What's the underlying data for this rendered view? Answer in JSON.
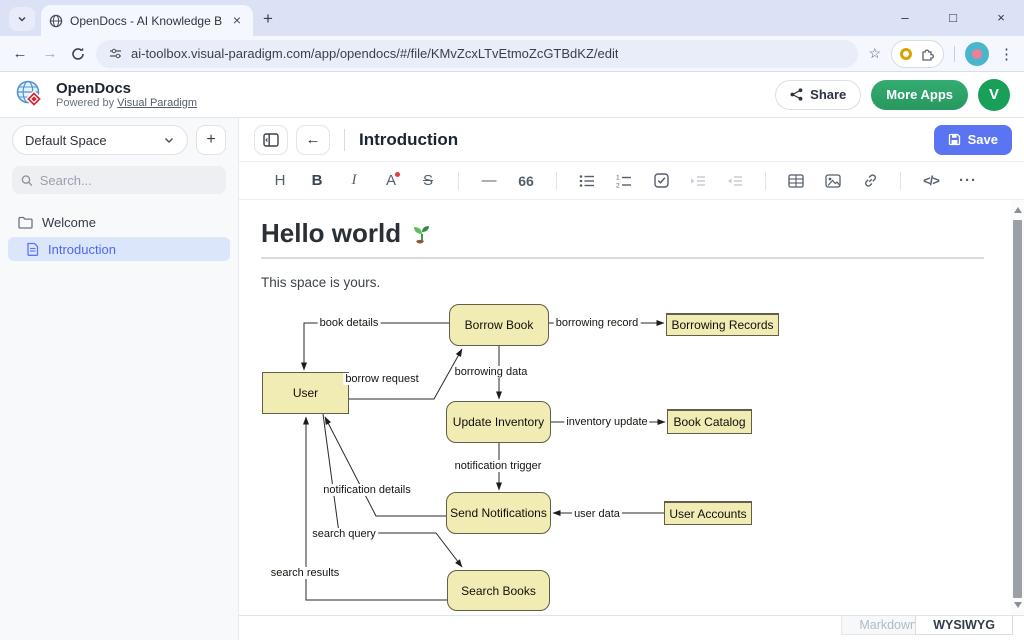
{
  "browser": {
    "tab_title": "OpenDocs - AI Knowledge Base",
    "url": "ai-toolbox.visual-paradigm.com/app/opendocs/#/file/KMvZcxLTvEtmoZcGTBdKZ/edit"
  },
  "glyphs": {
    "close_tab": "×",
    "new_tab": "+",
    "minimize": "–",
    "maximize": "□",
    "close_window": "×",
    "back": "←",
    "forward": "→",
    "star": "☆",
    "kebab": "⋮",
    "plus": "+"
  },
  "header": {
    "app_name": "OpenDocs",
    "powered_by_prefix": "Powered by",
    "powered_by_link": "Visual Paradigm",
    "share_label": "Share",
    "more_apps_label": "More Apps",
    "avatar_letter": "V"
  },
  "sidebar": {
    "space_selector": "Default Space",
    "search_placeholder": "Search...",
    "tree": [
      {
        "label": "Welcome",
        "type": "folder"
      },
      {
        "label": "Introduction",
        "type": "document",
        "selected": true
      }
    ]
  },
  "doc": {
    "title": "Introduction",
    "save_label": "Save",
    "heading": "Hello world",
    "heading_emoji": "🌱",
    "paragraph": "This space is yours."
  },
  "toolbar": {
    "heading": "H",
    "bold": "B",
    "italic": "I",
    "text_color": "A",
    "strikethrough": "S",
    "hr": "—",
    "quote": "66",
    "code": "</>",
    "more": "···"
  },
  "editor_footer": {
    "markdown_label": "Markdown",
    "wysiwyg_label": "WYSIWYG"
  },
  "diagram": {
    "nodes": [
      {
        "id": "borrow-book",
        "label": "Borrow Book",
        "type": "process"
      },
      {
        "id": "borrowing-records",
        "label": "Borrowing Records",
        "type": "store"
      },
      {
        "id": "user",
        "label": "User",
        "type": "entity"
      },
      {
        "id": "update-inventory",
        "label": "Update Inventory",
        "type": "process"
      },
      {
        "id": "book-catalog",
        "label": "Book Catalog",
        "type": "store"
      },
      {
        "id": "send-notifications",
        "label": "Send Notifications",
        "type": "process"
      },
      {
        "id": "user-accounts",
        "label": "User Accounts",
        "type": "store"
      },
      {
        "id": "search-books",
        "label": "Search Books",
        "type": "process"
      }
    ],
    "edges": [
      {
        "label": "book details",
        "from": "Borrow Book",
        "to": "User"
      },
      {
        "label": "borrowing record",
        "from": "Borrow Book",
        "to": "Borrowing Records"
      },
      {
        "label": "borrow request",
        "from": "User",
        "to": "Borrow Book"
      },
      {
        "label": "borrowing data",
        "from": "Borrow Book",
        "to": "Update Inventory"
      },
      {
        "label": "inventory update",
        "from": "Update Inventory",
        "to": "Book Catalog"
      },
      {
        "label": "notification trigger",
        "from": "Update Inventory",
        "to": "Send Notifications"
      },
      {
        "label": "user data",
        "from": "User Accounts",
        "to": "Send Notifications"
      },
      {
        "label": "notification details",
        "from": "Send Notifications",
        "to": "User"
      },
      {
        "label": "search query",
        "from": "User",
        "to": "Search Books"
      },
      {
        "label": "search results",
        "from": "Search Books",
        "to": "User"
      }
    ]
  },
  "colors": {
    "save_button": "#5b74f2",
    "more_apps_button": "#2ea36a",
    "avatar_green": "#18a058",
    "node_fill": "#f1ebb4",
    "node_border": "#5f5f4a",
    "selected_tree_item": "#4b68f0",
    "tab_strip": "#dce2f6",
    "extension_ring": "#d3a402"
  }
}
